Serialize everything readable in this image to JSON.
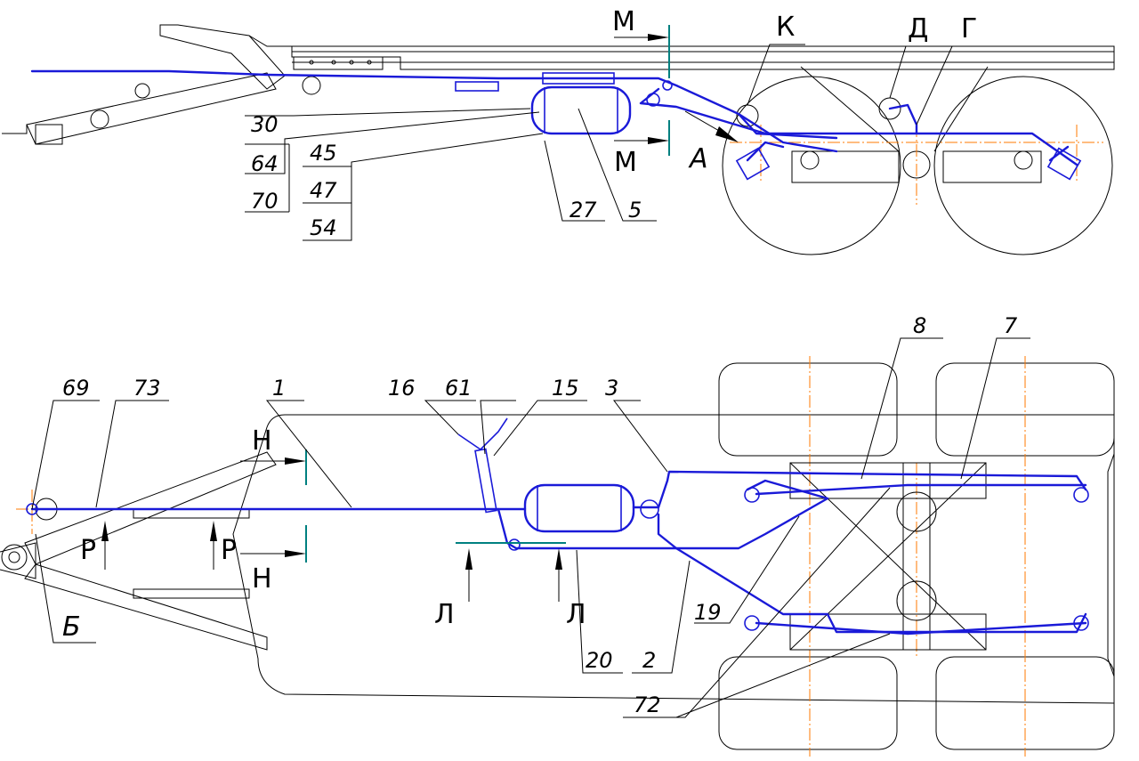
{
  "top_view": {
    "section_labels": {
      "m_top": "М",
      "m_bottom": "М",
      "k": "К",
      "d": "Д",
      "g": "Г",
      "a": "А"
    },
    "callouts": {
      "c30": "30",
      "c64": "64",
      "c70": "70",
      "c45": "45",
      "c47": "47",
      "c54": "54",
      "c27": "27",
      "c5": "5"
    }
  },
  "bottom_view": {
    "section_labels": {
      "n_top": "Н",
      "n_bottom": "Н",
      "r_left": "Р",
      "r_right": "Р",
      "l_left": "Л",
      "l_right": "Л",
      "b": "Б"
    },
    "callouts": {
      "c69": "69",
      "c73": "73",
      "c1": "1",
      "c16": "16",
      "c61": "61",
      "c15": "15",
      "c3": "3",
      "c8": "8",
      "c7": "7",
      "c19": "19",
      "c20": "20",
      "c2": "2",
      "c72": "72"
    }
  },
  "colors": {
    "pipe": "#1a1ad8",
    "axis": "#ff7a00",
    "cut_line": "#008080",
    "outline": "#000000"
  }
}
